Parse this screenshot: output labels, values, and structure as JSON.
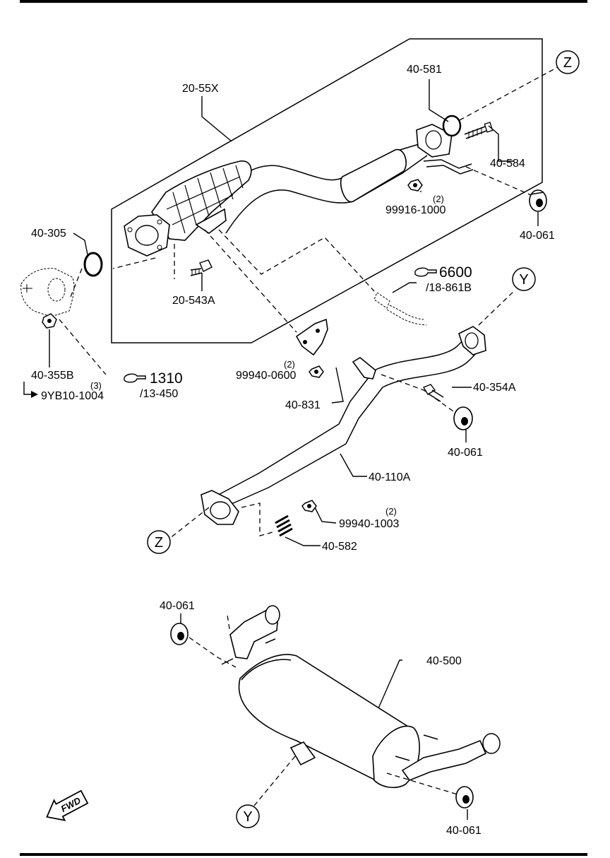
{
  "diagram": {
    "labels": {
      "p20_55x": "20-55X",
      "p40_581": "40-581",
      "p40_584": "40-584",
      "p99916_1000": "99916-1000",
      "p99916_qty": "(2)",
      "p40_061_a": "40-061",
      "p40_305": "40-305",
      "p20_543a": "20-543A",
      "ref6600": "6600",
      "ref6600_sub": "/18-861B",
      "p40_355b": "40-355B",
      "p9yb10_1004": "9YB10-1004",
      "p9yb10_qty": "(3)",
      "ref1310": "1310",
      "ref1310_sub": "/13-450",
      "p99940_0600": "99940-0600",
      "p99940_0600_qty": "(2)",
      "p40_831": "40-831",
      "p40_354a": "40-354A",
      "p40_061_b": "40-061",
      "p40_110a": "40-110A",
      "p99940_1003": "99940-1003",
      "p99940_1003_qty": "(2)",
      "p40_582": "40-582",
      "p40_061_c": "40-061",
      "p40_500": "40-500",
      "p40_061_d": "40-061",
      "fwd": "FWD"
    },
    "callouts": {
      "z_top": "Z",
      "y_mid": "Y",
      "z_low": "Z",
      "y_bottom": "Y"
    },
    "icons": {
      "ref_hand": "pointing-hand-icon",
      "fwd_arrow": "fwd-arrow-icon"
    }
  }
}
